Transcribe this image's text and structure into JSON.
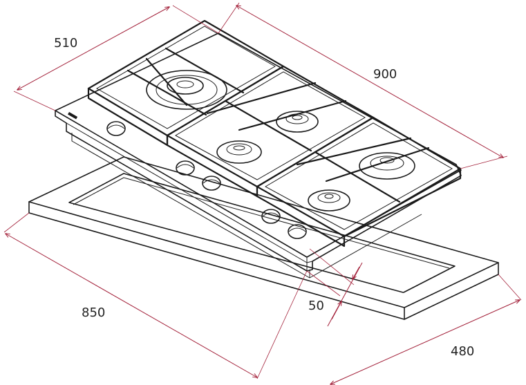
{
  "dimensions": {
    "depth": "510",
    "width": "900",
    "cutout_width": "850",
    "cutout_depth": "480",
    "clearance": "50"
  },
  "colors": {
    "dimension_line": "#a3213a",
    "outline": "#1a1a1a",
    "background": "#ffffff"
  }
}
